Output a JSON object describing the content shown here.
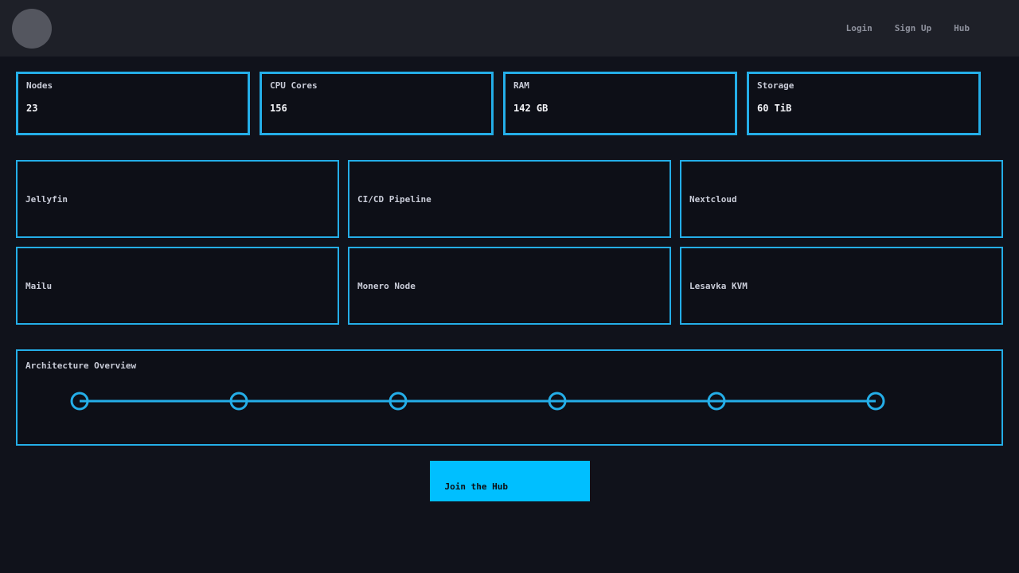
{
  "colors": {
    "accent": "#24aee8",
    "button_bg": "#00bfff",
    "page_bg": "#10121b",
    "navbar_bg": "#1e2028",
    "card_bg": "#0d0f17",
    "avatar_gray": "#54565f"
  },
  "navbar": {
    "links": [
      {
        "label": "Login"
      },
      {
        "label": "Sign Up"
      },
      {
        "label": "Hub"
      }
    ]
  },
  "stats": [
    {
      "label": "Nodes",
      "value": "23"
    },
    {
      "label": "CPU Cores",
      "value": "156"
    },
    {
      "label": "RAM",
      "value": "142 GB"
    },
    {
      "label": "Storage",
      "value": "60 TiB"
    }
  ],
  "services": [
    {
      "title": "Jellyfin"
    },
    {
      "title": "CI/CD Pipeline"
    },
    {
      "title": "Nextcloud"
    },
    {
      "title": "Mailu"
    },
    {
      "title": "Monero Node"
    },
    {
      "title": "Lesavka KVM"
    }
  ],
  "architecture": {
    "title": "Architecture Overview",
    "node_count": 6
  },
  "cta": {
    "label": "Join the Hub"
  }
}
